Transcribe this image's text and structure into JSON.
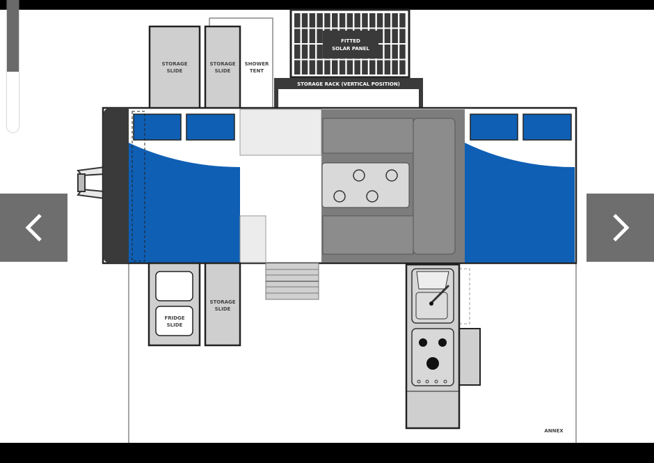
{
  "floorplan": {
    "labels": {
      "storage_slide_1": [
        "STORAGE",
        "SLIDE"
      ],
      "storage_slide_2": [
        "STORAGE",
        "SLIDE"
      ],
      "shower_tent": [
        "SHOWER",
        "TENT"
      ],
      "solar_panel": [
        "FITTED",
        "SOLAR PANEL"
      ],
      "storage_rack": "STORAGE RACK (VERTICAL POSITION)",
      "fridge_slide": [
        "FRIDGE",
        "SLIDE"
      ],
      "storage_slide_3": [
        "STORAGE",
        "SLIDE"
      ],
      "annex": "ANNEX"
    },
    "colors": {
      "blue": "#0f5fb4",
      "dark": "#3a3a3a",
      "grey": "#7d7d7d",
      "light": "#cfcfcf"
    }
  },
  "viewer": {
    "prev_icon": "chevron-left-icon",
    "next_icon": "chevron-right-icon"
  }
}
